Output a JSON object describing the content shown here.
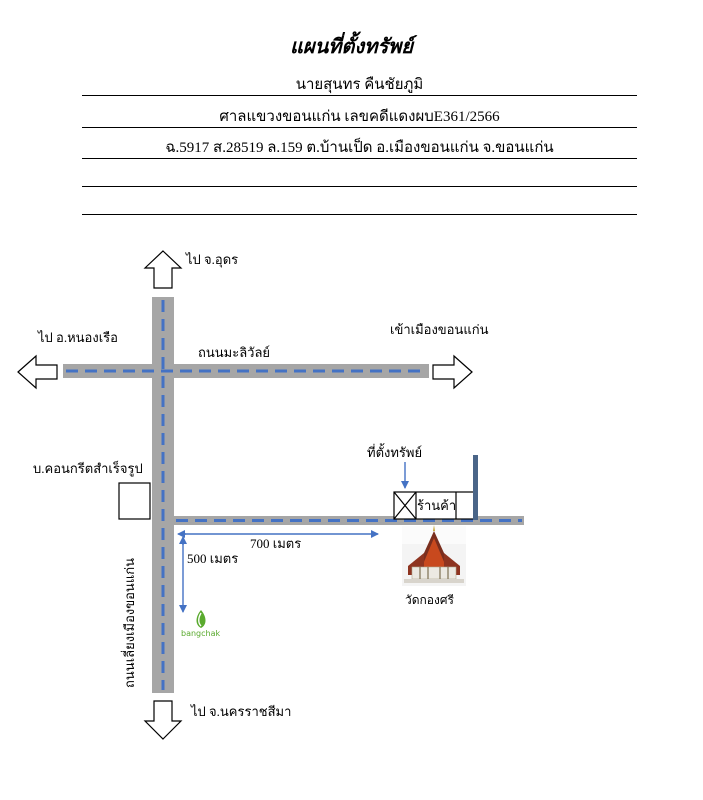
{
  "header": {
    "title": "แผนที่ตั้งทรัพย์",
    "owner": "นายสุนทร คืนชัยภูมิ",
    "court_case": "ศาลแขวงขอนแก่น เลขคดีแดงผบE361/2566",
    "deed": "ฉ.5917 ส.28519 ล.159 ต.บ้านเป็ด อ.เมืองขอนแก่น จ.ขอนแก่น"
  },
  "map": {
    "to_north": "ไป จ.อุดร",
    "to_west": "ไป อ.หนองเรือ",
    "to_east": "เข้าเมืองขอนแก่น",
    "to_south": "ไป จ.นครราชสีมา",
    "road_horizontal": "ถนนมะลิวัลย์",
    "road_vertical": "ถนนเลี่ยงเมืองขอนแก่น",
    "concrete_company": "บ.คอนกรีตสำเร็จรูป",
    "property_label": "ที่ตั้งทรัพย์",
    "shop_label": "ร้านค้า",
    "distance_east": "700 เมตร",
    "distance_south": "500 เมตร",
    "gas_station": "bangchak",
    "temple": "วัดกองศรี"
  },
  "colors": {
    "road": "#a6a6a6",
    "road_dash": "#4472c4",
    "dimension_arrow": "#4472c4",
    "bangchak_green": "#5aaa2e"
  }
}
